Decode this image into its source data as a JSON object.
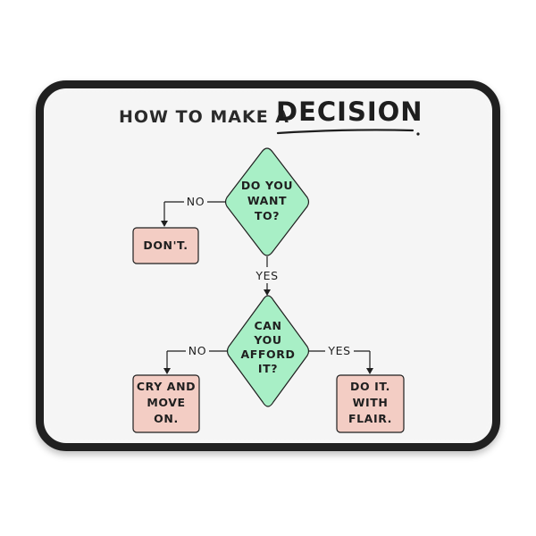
{
  "title": {
    "plain": "HOW TO MAKE A",
    "accent": "DECISION"
  },
  "nodes": {
    "q1": {
      "line1": "DO YOU",
      "line2": "WANT",
      "line3": "TO?"
    },
    "q2": {
      "line1": "CAN",
      "line2": "YOU",
      "line3": "AFFORD",
      "line4": "IT?"
    },
    "dont": {
      "line1": "DON'T."
    },
    "cry": {
      "line1": "CRY AND",
      "line2": "MOVE",
      "line3": "ON."
    },
    "doit": {
      "line1": "DO IT.",
      "line2": "WITH",
      "line3": "FLAIR."
    }
  },
  "edges": {
    "q1_no": "NO",
    "q1_yes": "YES",
    "q2_no": "NO",
    "q2_yes": "YES"
  },
  "colors": {
    "decision_fill": "#a8efc6",
    "outcome_fill": "#f3cdc4",
    "ink": "#1f1f1f",
    "mat_border": "#202020",
    "mat_surface": "#f5f5f5"
  }
}
